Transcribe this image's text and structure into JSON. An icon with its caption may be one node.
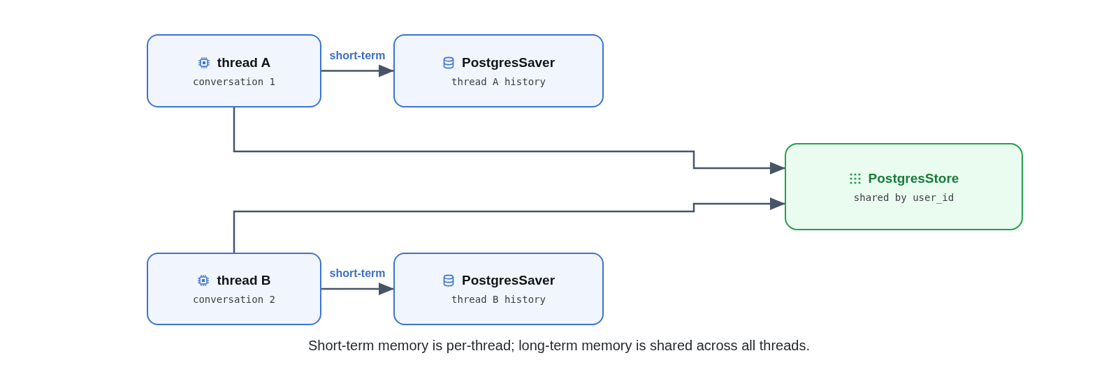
{
  "diagram": {
    "caption": "Short-term memory is per-thread; long-term memory is shared across all threads.",
    "nodes": [
      {
        "text": [
          "thread A",
          "conversation 1"
        ]
      },
      {
        "text": [
          "PostgresSaver",
          "thread A history"
        ]
      },
      {
        "text": [
          "PostgresStore",
          "shared by user_id"
        ]
      },
      {
        "text": [
          "thread B",
          "conversation 2"
        ]
      },
      {
        "text": [
          "PostgresSaver",
          "thread B history"
        ]
      }
    ],
    "edges": [
      {
        "from": 0,
        "to": 1,
        "arrow": "to",
        "label": "short-term"
      },
      {
        "from": 0,
        "to": 2,
        "arrow": "to"
      },
      {
        "from": 3,
        "to": 2,
        "arrow": "to"
      },
      {
        "from": 3,
        "to": 4,
        "arrow": "to",
        "label": "short-term"
      }
    ]
  }
}
